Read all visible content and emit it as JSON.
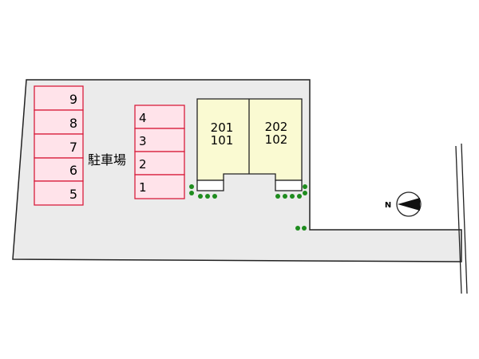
{
  "lot_label": "駐車場",
  "parking_left": [
    "9",
    "8",
    "7",
    "6",
    "5"
  ],
  "parking_right": [
    "4",
    "3",
    "2",
    "1"
  ],
  "units": [
    {
      "upper": "201",
      "lower": "101"
    },
    {
      "upper": "202",
      "lower": "102"
    }
  ],
  "compass_letter": "N",
  "colors": {
    "parking_fill": "#ffe3ea",
    "parking_stroke": "#d81e3c",
    "building_fill": "#fafad2",
    "lot_fill": "#ebebeb",
    "shrub": "#1e8c1e"
  }
}
